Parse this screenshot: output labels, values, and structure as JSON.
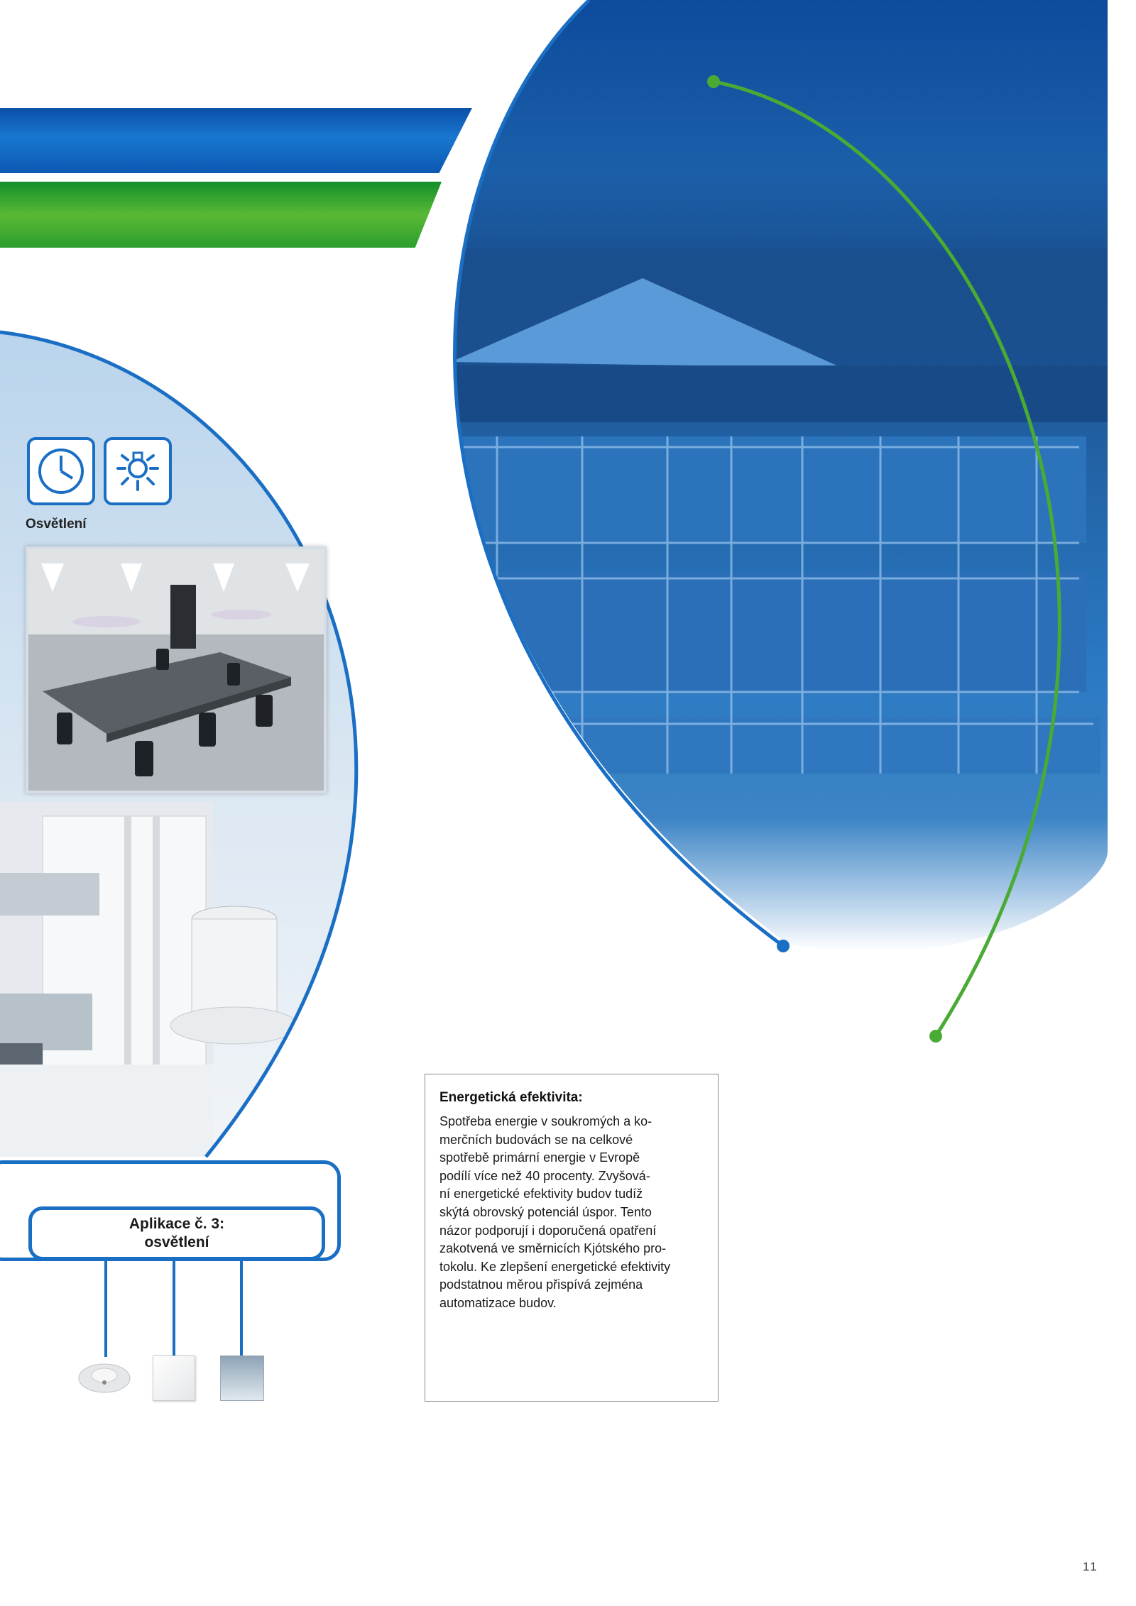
{
  "lighting": {
    "label": "Osvětlení",
    "icons": [
      "clock-icon",
      "light-bulb-icon"
    ]
  },
  "application": {
    "line1": "Aplikace č. 3:",
    "line2": "osvětlení",
    "devices": [
      "presence-detector",
      "push-button-switch",
      "ceiling-light-panel"
    ]
  },
  "efficiency": {
    "title": "Energetická efektivita:",
    "lines": [
      "Spotřeba energie v soukromých a ko-",
      "merčních budovách se na celkové",
      "spotřebě primární energie v Evropě",
      "podílí více než 40 procenty. Zvyšová-",
      "ní energetické efektivity budov tudíž",
      "skýtá obrovský potenciál úspor. Tento",
      "názor podporují i doporučená opatření",
      "zakotvená ve směrnicích Kjótského pro-",
      "tokolu. Ke zlepšení energetické efektivity",
      "podstatnou měrou přispívá zejména",
      "automatizace budov."
    ]
  },
  "page_number": "11",
  "colors": {
    "blue": "#1a6fc4",
    "green": "#4aab34"
  }
}
